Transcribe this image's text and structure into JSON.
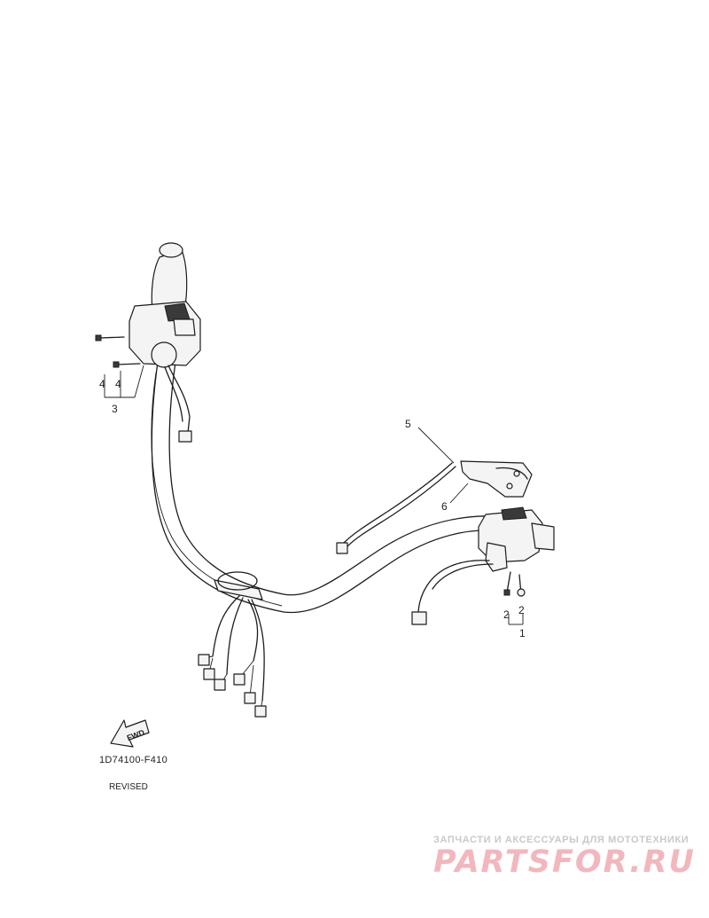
{
  "diagram": {
    "callouts": {
      "c1": "1",
      "c2a": "2",
      "c2b": "2",
      "c3": "3",
      "c4a": "4",
      "c4b": "4",
      "c5": "5",
      "c6": "6"
    },
    "fwd_label": "FWD",
    "figure_code": "1D74100-F410",
    "revision_note": "REVISED"
  },
  "watermark": {
    "tagline": "ЗАПЧАСТИ И АКСЕССУАРЫ ДЛЯ МОТОТЕХНИКИ",
    "logo_text": "PARTSFOR.RU",
    "color": "#f2b7bd"
  }
}
